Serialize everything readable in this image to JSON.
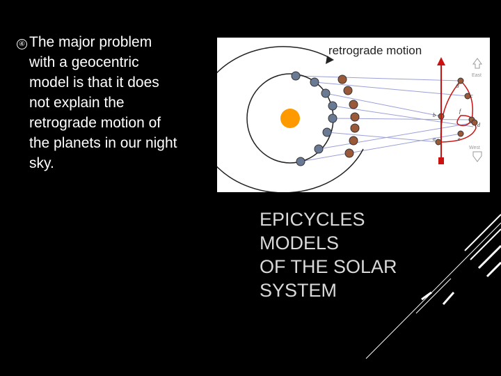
{
  "slide": {
    "bullet": {
      "icon": "numbered-4-circle-icon",
      "glyph": "④",
      "text": "The major problem\nwith a geocentric\nmodel is that it does\nnot explain the\nretrograde motion of\nthe planets in our night\nsky."
    },
    "figure": {
      "title": "retrograde motion",
      "east_label": "East",
      "west_label": "West",
      "point_labels": [
        "g",
        "c",
        "f",
        "b",
        "d",
        "a",
        "e"
      ]
    },
    "section_title": "EPICYCLES\nMODELS\nOF THE SOLAR\nSYSTEM"
  },
  "colors": {
    "background": "#000000",
    "text": "#ffffff",
    "section_title": "#d9d9d9",
    "sun": "#ff9900",
    "earth": "#6a7a94",
    "planet": "#9a5a3a",
    "arrow": "#cc1111",
    "sightline": "#9aa0d8"
  }
}
